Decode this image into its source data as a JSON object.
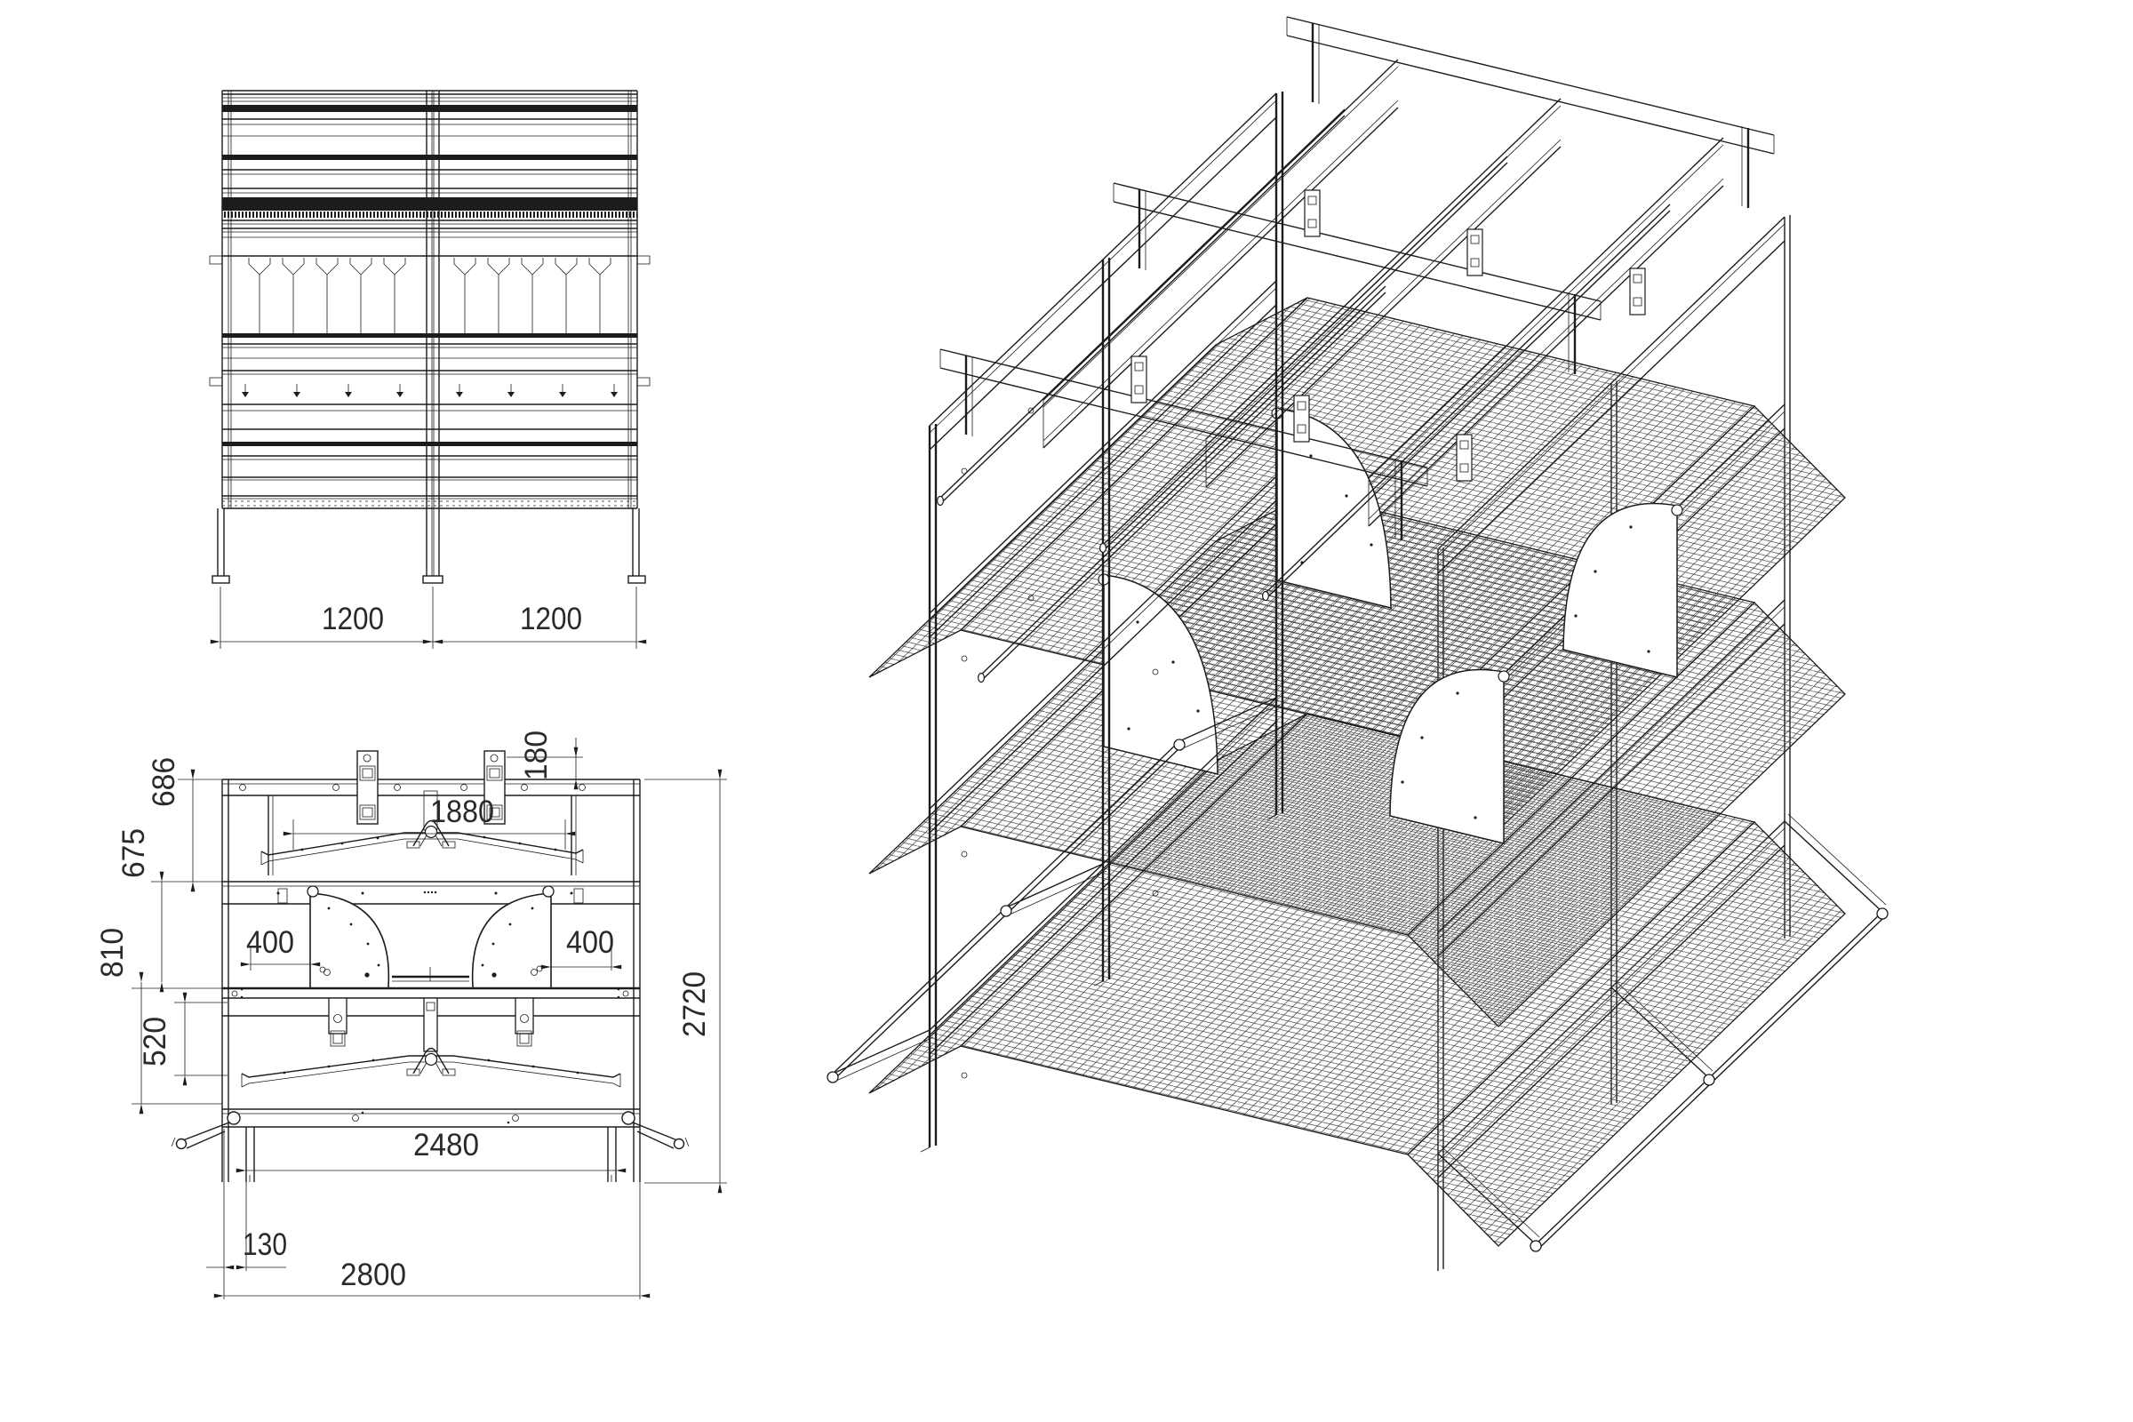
{
  "drawing": {
    "background": "#ffffff",
    "line_color": "#1c1c1c",
    "front_view": {
      "dims": {
        "bay_left": "1200",
        "bay_right": "1200"
      }
    },
    "side_view": {
      "dims": {
        "tier_top": "686",
        "tier_upper": "675",
        "tier_mid": "810",
        "tier_lower_inner": "520",
        "hanger_height": "180",
        "belt_span": "1880",
        "panel_offset_left": "400",
        "panel_offset_right": "400",
        "leg_span": "2480",
        "leg_offset": "130",
        "overall_depth": "2800",
        "overall_height": "2720"
      }
    }
  }
}
